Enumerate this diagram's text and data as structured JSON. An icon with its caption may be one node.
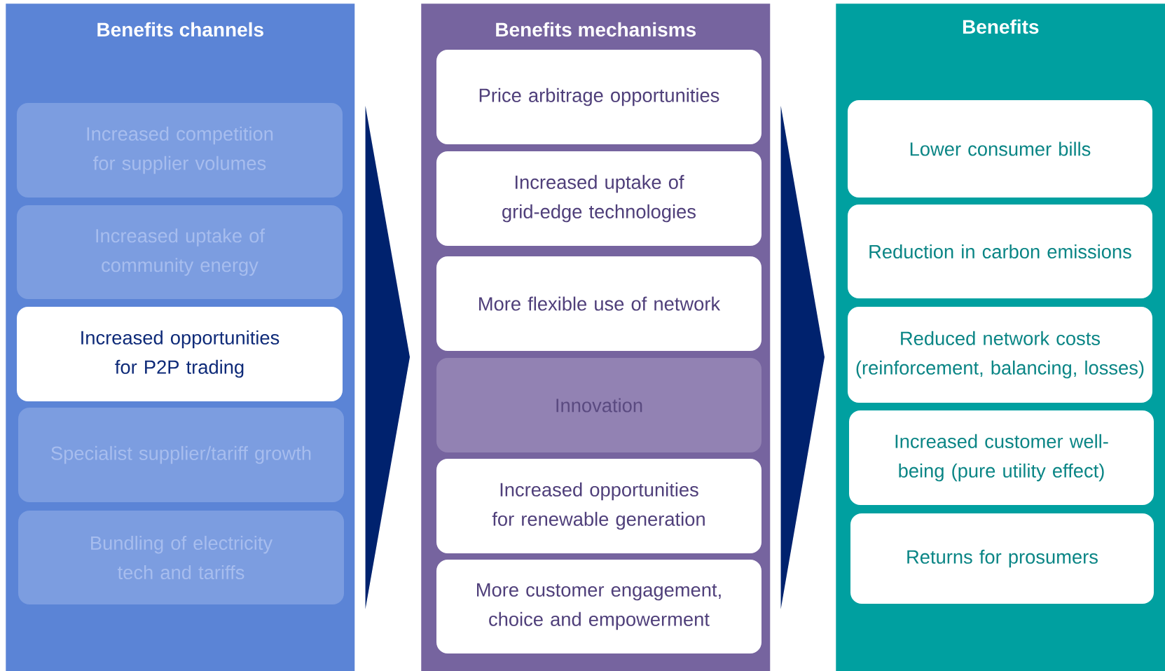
{
  "diagram": {
    "nodes": [
      {
        "text": [
          "Benefits channels"
        ]
      },
      {
        "text": [
          "Increased competition for supplier volumes"
        ],
        "in": 0
      },
      {
        "text": [
          "Increased uptake of community energy"
        ],
        "in": 0
      },
      {
        "text": [
          "Increased opportunities for P2P trading"
        ],
        "in": 0
      },
      {
        "text": [
          "Specialist supplier/tariff growth"
        ],
        "in": 0
      },
      {
        "text": [
          "Bundling of electricity tech and tariffs"
        ],
        "in": 0
      },
      {
        "text": [
          "Benefits mechanisms"
        ]
      },
      {
        "text": [
          "Price arbitrage opportunities"
        ],
        "in": 6
      },
      {
        "text": [
          "Increased uptake of grid-edge technologies"
        ],
        "in": 6
      },
      {
        "text": [
          "More flexible use of network"
        ],
        "in": 6
      },
      {
        "text": [
          "Innovation"
        ],
        "in": 6
      },
      {
        "text": [
          "Increased opportunities for renewable generation"
        ],
        "in": 6
      },
      {
        "text": [
          "More customer engagement, choice and empowerment"
        ],
        "in": 6
      },
      {
        "text": [
          "Benefits"
        ]
      },
      {
        "text": [
          "Lower consumer bills"
        ],
        "in": 13
      },
      {
        "text": [
          "Reduction in carbon emissions"
        ],
        "in": 13
      },
      {
        "text": [
          "Reduced network costs (reinforcement, balancing, losses)"
        ],
        "in": 13
      },
      {
        "text": [
          "Increased customer well-being (pure utility effect)"
        ],
        "in": 13
      },
      {
        "text": [
          "Returns for prosumers"
        ],
        "in": 13
      }
    ],
    "edges": [
      {
        "from": 0,
        "to": 6,
        "arrow": "to"
      },
      {
        "from": 6,
        "to": 13,
        "arrow": "to"
      }
    ]
  }
}
